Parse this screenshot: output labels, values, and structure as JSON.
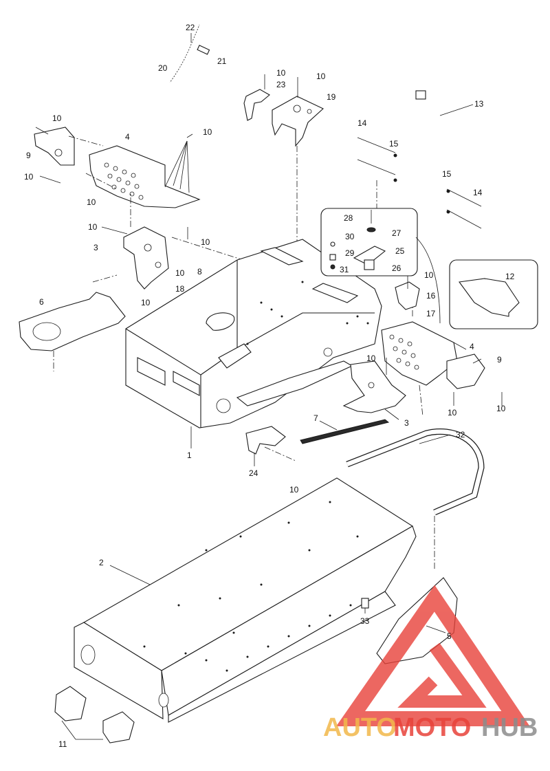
{
  "labels": [
    {
      "id": "22",
      "text": "22"
    },
    {
      "id": "21",
      "text": "21"
    },
    {
      "id": "20",
      "text": "20"
    },
    {
      "id": "10a",
      "text": "10"
    },
    {
      "id": "23",
      "text": "23"
    },
    {
      "id": "10b",
      "text": "10"
    },
    {
      "id": "19",
      "text": "19"
    },
    {
      "id": "13",
      "text": "13"
    },
    {
      "id": "10c",
      "text": "10"
    },
    {
      "id": "9a",
      "text": "9"
    },
    {
      "id": "4a",
      "text": "4"
    },
    {
      "id": "10d",
      "text": "10"
    },
    {
      "id": "14a",
      "text": "14"
    },
    {
      "id": "15a",
      "text": "15"
    },
    {
      "id": "10e",
      "text": "10"
    },
    {
      "id": "10f",
      "text": "10"
    },
    {
      "id": "15b",
      "text": "15"
    },
    {
      "id": "14b",
      "text": "14"
    },
    {
      "id": "28",
      "text": "28"
    },
    {
      "id": "27",
      "text": "27"
    },
    {
      "id": "10g",
      "text": "10"
    },
    {
      "id": "30",
      "text": "30"
    },
    {
      "id": "10h",
      "text": "10"
    },
    {
      "id": "3a",
      "text": "3"
    },
    {
      "id": "29",
      "text": "29"
    },
    {
      "id": "25",
      "text": "25"
    },
    {
      "id": "31",
      "text": "31"
    },
    {
      "id": "26",
      "text": "26"
    },
    {
      "id": "12",
      "text": "12"
    },
    {
      "id": "10i",
      "text": "10"
    },
    {
      "id": "8",
      "text": "8"
    },
    {
      "id": "10j",
      "text": "10"
    },
    {
      "id": "18",
      "text": "18"
    },
    {
      "id": "6",
      "text": "6"
    },
    {
      "id": "10k",
      "text": "10"
    },
    {
      "id": "16",
      "text": "16"
    },
    {
      "id": "17",
      "text": "17"
    },
    {
      "id": "4b",
      "text": "4"
    },
    {
      "id": "10l",
      "text": "10"
    },
    {
      "id": "9b",
      "text": "9"
    },
    {
      "id": "10m",
      "text": "10"
    },
    {
      "id": "10n",
      "text": "10"
    },
    {
      "id": "3b",
      "text": "3"
    },
    {
      "id": "7",
      "text": "7"
    },
    {
      "id": "32",
      "text": "32"
    },
    {
      "id": "1",
      "text": "1"
    },
    {
      "id": "24",
      "text": "24"
    },
    {
      "id": "10o",
      "text": "10"
    },
    {
      "id": "2",
      "text": "2"
    },
    {
      "id": "33",
      "text": "33"
    },
    {
      "id": "5",
      "text": "5"
    },
    {
      "id": "11",
      "text": "11"
    }
  ],
  "watermark": {
    "part1": "AUTO",
    "part2": "MOTO",
    "part3": "HUB",
    "color_light": "#f2b84b",
    "color_red": "#e8423a",
    "color_gray": "#8c8c8c"
  }
}
